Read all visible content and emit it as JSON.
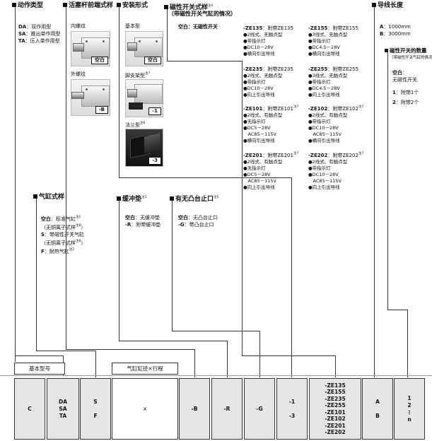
{
  "action": {
    "title": "动作类型",
    "lines": [
      {
        "code": "DA",
        "text": "：双作用型"
      },
      {
        "code": "SA",
        "text": "：推出单作用型"
      },
      {
        "code": "TA",
        "text": "：压入单作用型"
      }
    ]
  },
  "rod_end": {
    "title": "活塞杆前端式样",
    "female_label": "内螺纹",
    "female_tag": "空白",
    "male_label": "外螺纹",
    "male_tag": "-B"
  },
  "mounting": {
    "title": "安装形式",
    "basic_label": "基本型",
    "basic_tag": "空白",
    "foot_label": "脚支架型",
    "foot_note": "注7",
    "foot_tag": "-1",
    "flange_label": "法兰型",
    "flange_note": "注6",
    "flange_tag": "-3"
  },
  "switch": {
    "title": "磁性开关式样",
    "title_note": "注4",
    "subtitle": "（带磁性开关气缸的情况）",
    "blank_line": "空白：无磁性开关",
    "groups_left": [
      {
        "code": "-ZE135",
        "tail": "：附带ZE135",
        "note": "",
        "lines": [
          "●2线式、无触点型",
          "●带指示灯",
          "●DC10－28V",
          "●横向引出导线"
        ]
      },
      {
        "code": "-ZE235",
        "tail": "：附带ZE235",
        "note": "",
        "lines": [
          "●2线式、无触点型",
          "●带指示灯",
          "●DC10－28V",
          "●向上引出导线"
        ]
      },
      {
        "code": "-ZE101",
        "tail": "：附带ZE101",
        "note": "注7",
        "lines": [
          "●2线式、有触点型",
          "●无指示灯",
          "●DC5－28V",
          "　AC85－115V",
          "●横向引出导线"
        ]
      },
      {
        "code": "-ZE201",
        "tail": "：附带ZE201",
        "note": "注7",
        "lines": [
          "●2线式、有触点型",
          "●无指示灯",
          "●DC5－28V",
          "　AC85－115V",
          "●向上引出导线"
        ]
      }
    ],
    "groups_right": [
      {
        "code": "-ZE155",
        "tail": "：附带ZE155",
        "note": "",
        "lines": [
          "●3线式、无触点型",
          "●带指示灯",
          "●DC4.5－28V",
          "●横向引出导线"
        ]
      },
      {
        "code": "-ZE255",
        "tail": "：附带ZE255",
        "note": "",
        "lines": [
          "●3线式、无触点型",
          "●带指示灯",
          "●DC4.5－28V",
          "●向上引出导线"
        ]
      },
      {
        "code": "-ZE102",
        "tail": "：附带ZE102",
        "note": "注7",
        "lines": [
          "●2线式、有触点型",
          "●带指示灯",
          "●DC10－28V",
          "　AC85－115V",
          "●横向引出导线"
        ]
      },
      {
        "code": "-ZE202",
        "tail": "：附带ZE202",
        "note": "注7",
        "lines": [
          "●2线式、有触点型",
          "●带指示灯",
          "●DC10－28V",
          "　AC85－115V",
          "●向上引出导线"
        ]
      }
    ]
  },
  "lead": {
    "title": "导线长度",
    "lines": [
      {
        "code": "A",
        "text": "：1000mm"
      },
      {
        "code": "B",
        "text": "：3000mm"
      }
    ]
  },
  "count": {
    "title": "磁性开关的数量",
    "subtitle": "（带磁性开关气缸的情况）",
    "blank_code": "空白",
    "blank_text": "：",
    "blank_desc": "无磁性开关",
    "lines": [
      {
        "code": "1",
        "text": "：附带1个"
      },
      {
        "code": "2",
        "text": "：附带2个"
      }
    ]
  },
  "tube": {
    "title": "气缸式样",
    "lines": [
      {
        "code": "空白",
        "text": "：标准气缸",
        "note": "注1"
      },
      {
        "code": "",
        "text": "（无铜离子式样",
        "note": "注8",
        "tail": "）"
      },
      {
        "code": "S",
        "text": "：带磁性开关气缸",
        "note": "",
        "tail": ""
      },
      {
        "code": "",
        "text": "（无铜离子式样",
        "note": "注8",
        "tail": "）"
      },
      {
        "code": "F",
        "text": "：耐热气缸",
        "note": "注2",
        "tail": ""
      }
    ]
  },
  "cushion": {
    "title": "缓冲垫",
    "title_note": "注3",
    "lines": [
      {
        "code": "空白",
        "text": "：无缓冲垫"
      },
      {
        "code": "-R",
        "text": "：附带缓冲垫"
      }
    ]
  },
  "stopper": {
    "title": "有无凸台止口",
    "title_note": "注5",
    "lines": [
      {
        "code": "空白",
        "text": "：无凸台止口"
      },
      {
        "code": "-G",
        "text": "：带凸台止口"
      }
    ]
  },
  "code_row": {
    "basic_model": "基本型号",
    "bore_stroke": "气缸缸径×行程",
    "c": "C",
    "action": [
      "DA",
      "SA",
      "TA"
    ],
    "tube": [
      "S",
      "F"
    ],
    "x": "×",
    "rod": "-B",
    "cushion": "-R",
    "stopper": "-G",
    "mount": [
      "-1",
      "-3"
    ],
    "switch": [
      "-ZE135",
      "-ZE155",
      "-ZE235",
      "-ZE255",
      "-ZE101",
      "-ZE102",
      "-ZE201",
      "-ZE202"
    ],
    "lead": [
      "A",
      "B"
    ],
    "count": [
      "1",
      "2",
      "⋮",
      "n"
    ]
  }
}
